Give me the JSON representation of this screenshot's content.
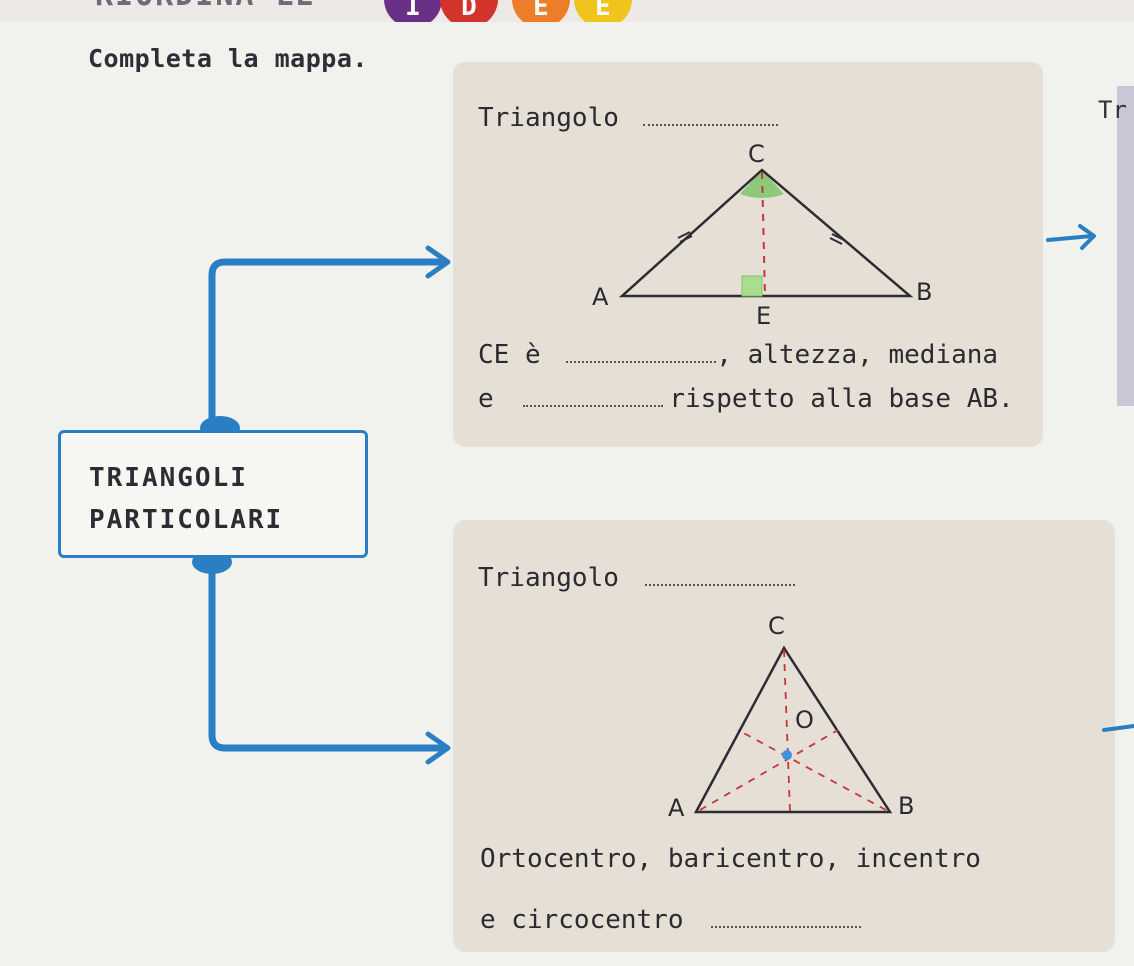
{
  "header": {
    "title": "RIORDINA LE",
    "circles": [
      {
        "letter": "I",
        "color": "#6a2f86"
      },
      {
        "letter": "D",
        "color": "#d2332a"
      },
      {
        "letter": "E",
        "color": "#ee7d2a"
      },
      {
        "letter": "E",
        "color": "#f0c41c"
      }
    ]
  },
  "instruction": "Completa la mappa.",
  "map": {
    "center_line1": "TRIANGOLI",
    "center_line2": "PARTICOLARI"
  },
  "card_top": {
    "title": "Triangolo",
    "vertices": {
      "c": "C",
      "a": "A",
      "b": "B",
      "e": "E"
    },
    "sentence1_start": "CE è",
    "sentence1_end": ", altezza, mediana",
    "sentence2_start": "e",
    "sentence2_end": "rispetto alla base AB."
  },
  "card_bottom": {
    "title": "Triangolo",
    "vertices": {
      "c": "C",
      "a": "A",
      "b": "B",
      "o": "O"
    },
    "line1": "Ortocentro, baricentro, incentro",
    "line2": "e circocentro"
  },
  "side_card": {
    "text": "Tr"
  },
  "colors": {
    "connector": "#2a7fc4",
    "accent_green": "#7ec46a",
    "accent_red": "#c8343a",
    "dot_blue": "#3a96e0"
  }
}
